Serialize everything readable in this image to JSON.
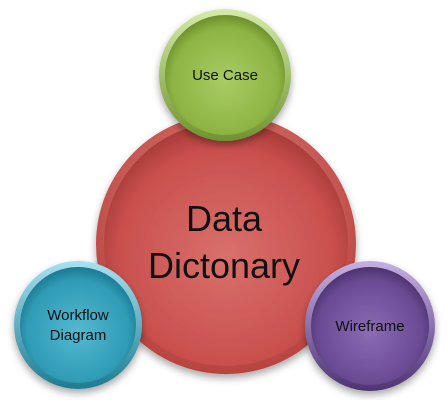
{
  "diagram": {
    "center": {
      "line1": "Data",
      "line2": "Dictonary",
      "color": "#c9504d"
    },
    "satellites": {
      "top": {
        "label": "Use Case",
        "color": "#8db443"
      },
      "left": {
        "line1": "Workflow",
        "line2": "Diagram",
        "color": "#2f9bb5"
      },
      "right": {
        "label": "Wireframe",
        "color": "#6a4a93"
      }
    }
  }
}
